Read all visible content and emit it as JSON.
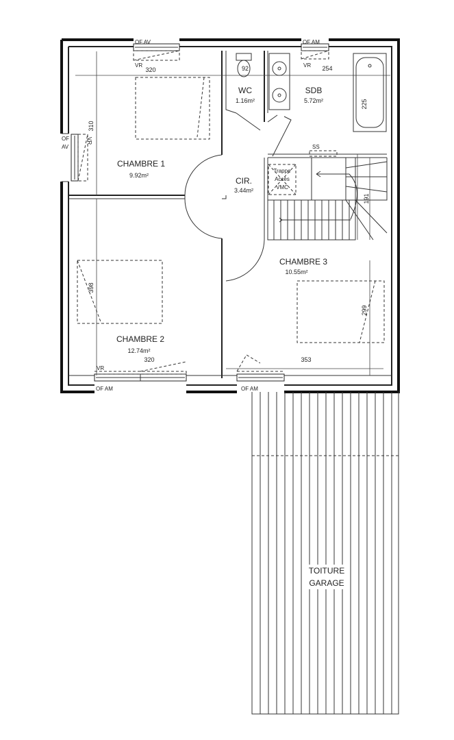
{
  "rooms": {
    "chambre1": {
      "name": "CHAMBRE 1",
      "area": "9.92m²"
    },
    "chambre2": {
      "name": "CHAMBRE 2",
      "area": "12.74m²"
    },
    "chambre3": {
      "name": "CHAMBRE 3",
      "area": "10.55m²"
    },
    "wc": {
      "name": "WC",
      "area": "1.16m²"
    },
    "sdb": {
      "name": "SDB",
      "area": "5.72m²"
    },
    "cir": {
      "name": "CIR.",
      "area": "3.44m²"
    }
  },
  "dimensions": {
    "ch1_width": "320",
    "ch1_depth": "310",
    "ch2_width": "320",
    "ch2_depth": "398",
    "ch3_width": "353",
    "ch3_depth": "299",
    "wc_width": "92",
    "sdb_width": "254",
    "bath_length": "225",
    "stair_width": "191"
  },
  "tags": {
    "of_av": "OF AV",
    "of_am": "OF AM",
    "of_left_1": "OF",
    "of_left_2": "AV",
    "vr": "VR",
    "ss": "SS",
    "trappe_1": "Trappe",
    "trappe_2": "Accès",
    "trappe_3": "VMC"
  },
  "roof": {
    "label_1": "TOITURE",
    "label_2": "GARAGE"
  }
}
